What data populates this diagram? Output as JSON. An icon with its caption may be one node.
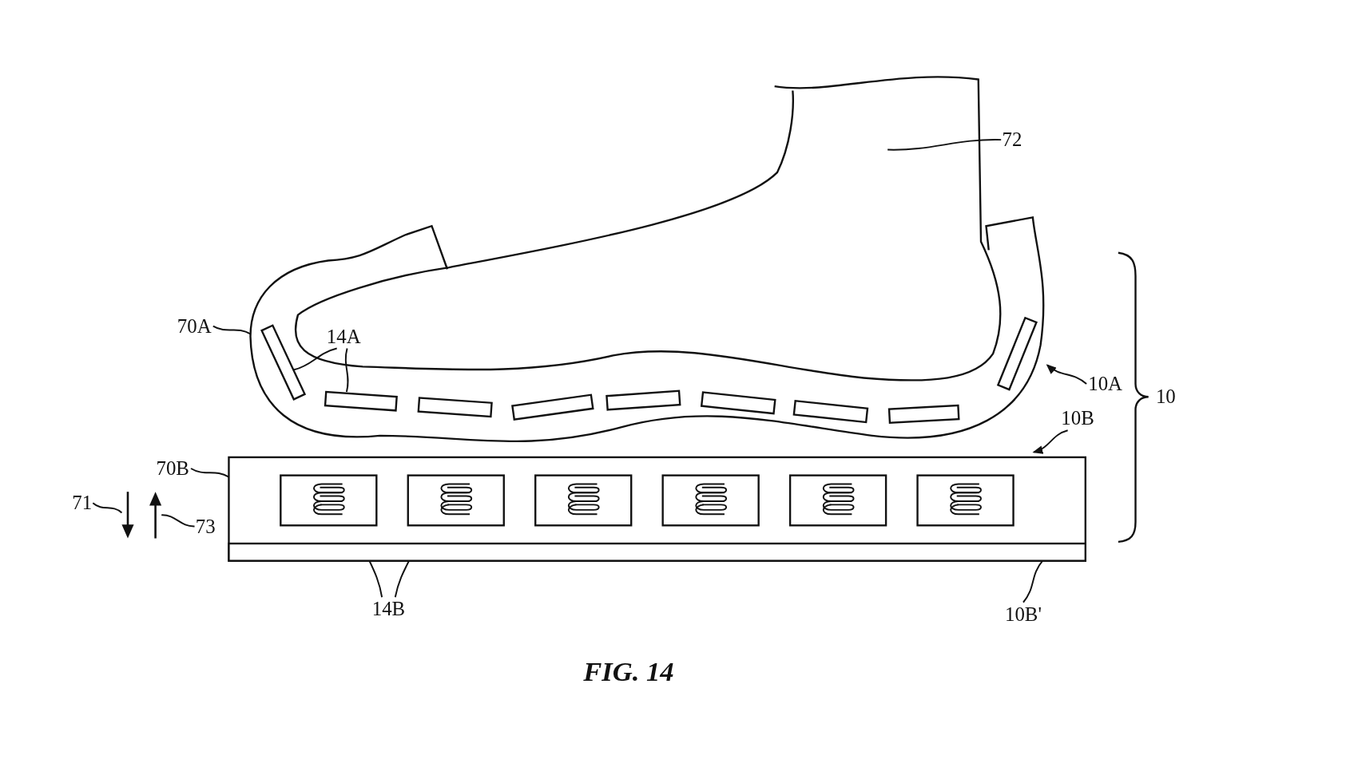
{
  "diagram": {
    "caption": "FIG. 14",
    "nodes": [
      {
        "text": [
          "72"
        ]
      },
      {
        "text": [],
        "shape": "picture"
      },
      {
        "text": [
          "70A"
        ]
      },
      {
        "text": [],
        "shape": "picture"
      },
      {
        "text": [
          "14A"
        ]
      },
      {
        "text": [],
        "shape": "box",
        "in": 3
      },
      {
        "text": [],
        "shape": "box",
        "in": 3
      },
      {
        "text": [],
        "shape": "box",
        "in": 3
      },
      {
        "text": [],
        "shape": "box",
        "in": 3
      },
      {
        "text": [],
        "shape": "box",
        "in": 3
      },
      {
        "text": [],
        "shape": "box",
        "in": 3
      },
      {
        "text": [],
        "shape": "box",
        "in": 3
      },
      {
        "text": [],
        "shape": "box",
        "in": 3
      },
      {
        "text": [],
        "shape": "box",
        "in": 3
      },
      {
        "text": [
          "10A"
        ]
      },
      {
        "text": [
          "10B"
        ]
      },
      {
        "text": [
          "70B"
        ]
      },
      {
        "text": [],
        "shape": "box"
      },
      {
        "text": [],
        "shape": "box",
        "in": 17
      },
      {
        "text": [],
        "shape": "box",
        "in": 17
      },
      {
        "text": [],
        "shape": "box",
        "in": 17
      },
      {
        "text": [],
        "shape": "box",
        "in": 17
      },
      {
        "text": [],
        "shape": "box",
        "in": 17
      },
      {
        "text": [],
        "shape": "box",
        "in": 17
      },
      {
        "text": [],
        "shape": "bar",
        "in": 17
      },
      {
        "text": [
          "71"
        ]
      },
      {
        "text": [],
        "shape": "arrow"
      },
      {
        "text": [
          "73"
        ]
      },
      {
        "text": [],
        "shape": "arrow"
      },
      {
        "text": [
          "14B"
        ]
      },
      {
        "text": [
          "10B'"
        ]
      }
    ],
    "edges": [
      {
        "from": 0,
        "to": 1,
        "arrow": "none"
      },
      {
        "from": 2,
        "to": 3,
        "arrow": "none"
      },
      {
        "from": 4,
        "to": 5,
        "arrow": "none"
      },
      {
        "from": 4,
        "to": 6,
        "arrow": "none"
      },
      {
        "from": 14,
        "to": 3,
        "arrow": "to"
      },
      {
        "from": 15,
        "to": 17,
        "arrow": "to"
      },
      {
        "from": 16,
        "to": 17,
        "arrow": "none"
      },
      {
        "from": 29,
        "to": 18,
        "arrow": "none"
      },
      {
        "from": 29,
        "to": 19,
        "arrow": "none"
      },
      {
        "from": 30,
        "to": 24,
        "arrow": "none"
      },
      {
        "from": 25,
        "to": 26,
        "arrow": "none"
      },
      {
        "from": 27,
        "to": 28,
        "arrow": "none"
      }
    ],
    "labels": [
      "10"
    ]
  }
}
